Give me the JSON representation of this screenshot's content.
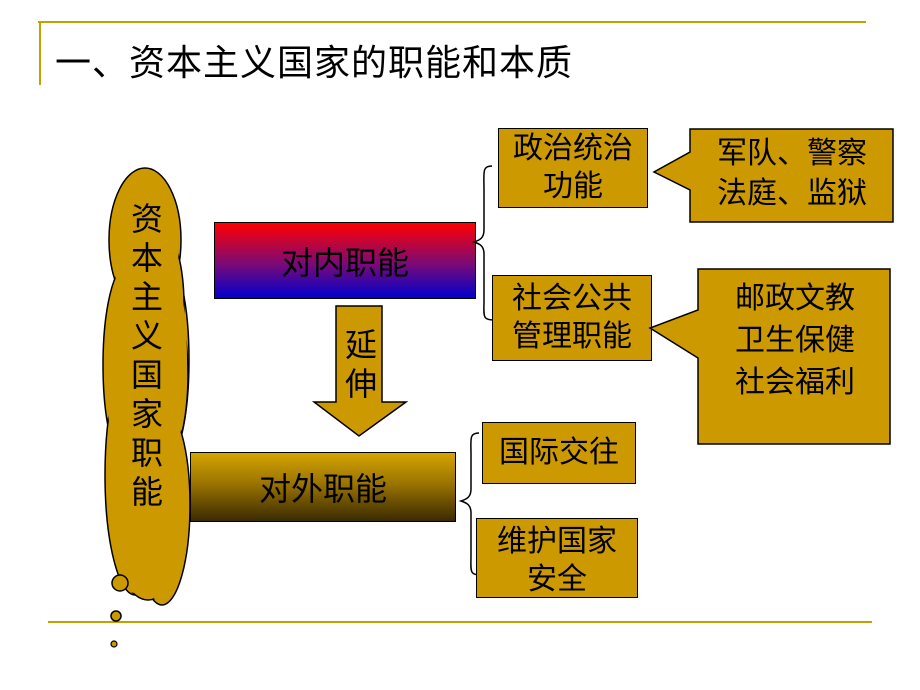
{
  "title": "一、资本主义国家的职能和本质",
  "root": {
    "chars": [
      "资",
      "本",
      "主",
      "义",
      "国",
      "家",
      "职",
      "能"
    ]
  },
  "internal": {
    "label": "对内职能"
  },
  "extend": {
    "chars": [
      "延",
      "伸"
    ]
  },
  "external": {
    "label": "对外职能"
  },
  "political": {
    "line1": "政治统治",
    "line2": "功能"
  },
  "political_callout": {
    "line1": "军队、警察",
    "line2": "法庭、监狱"
  },
  "social": {
    "line1": "社会公共",
    "line2": "管理职能"
  },
  "social_callout": {
    "line1": "邮政文教",
    "line2": "卫生保健",
    "line3": "社会福利"
  },
  "intl": {
    "label": "国际交往"
  },
  "security": {
    "line1": "维护国家",
    "line2": "安全"
  },
  "colors": {
    "gold": "#cc9a00",
    "accent_line": "#c4a000",
    "gradient_top": "#ff0000",
    "gradient_bottom": "#0000cc"
  }
}
